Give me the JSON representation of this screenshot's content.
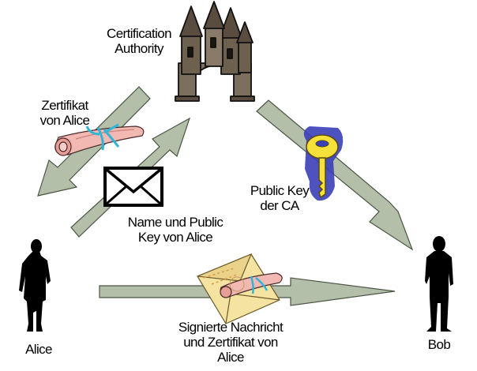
{
  "labels": {
    "ca": [
      "Certification",
      "Authority"
    ],
    "certificate_alice": [
      "Zertifikat",
      "von Alice"
    ],
    "name_key_alice": [
      "Name und Public",
      "Key von Alice"
    ],
    "public_key_ca": [
      "Public Key",
      "der CA"
    ],
    "signed_message": [
      "Signierte Nachricht",
      "und Zertifikat von",
      "Alice"
    ],
    "alice": "Alice",
    "bob": "Bob"
  },
  "icons": {
    "castle": "castle-icon",
    "scroll": "certificate-scroll-icon",
    "envelope": "envelope-icon",
    "key": "key-icon",
    "signed_envelope": "signed-envelope-icon",
    "alice_figure": "woman-silhouette-icon",
    "bob_figure": "man-silhouette-icon"
  },
  "colors": {
    "arrow_fill": "#b3bfa9",
    "arrow_stroke": "#4a5544",
    "castle": "#7d6f5e",
    "key": "#f6e03a",
    "key_halo": "#3a3fb8",
    "scroll": "#f2b8b2",
    "ribbon": "#2fb6d6",
    "silhouette": "#000000"
  }
}
